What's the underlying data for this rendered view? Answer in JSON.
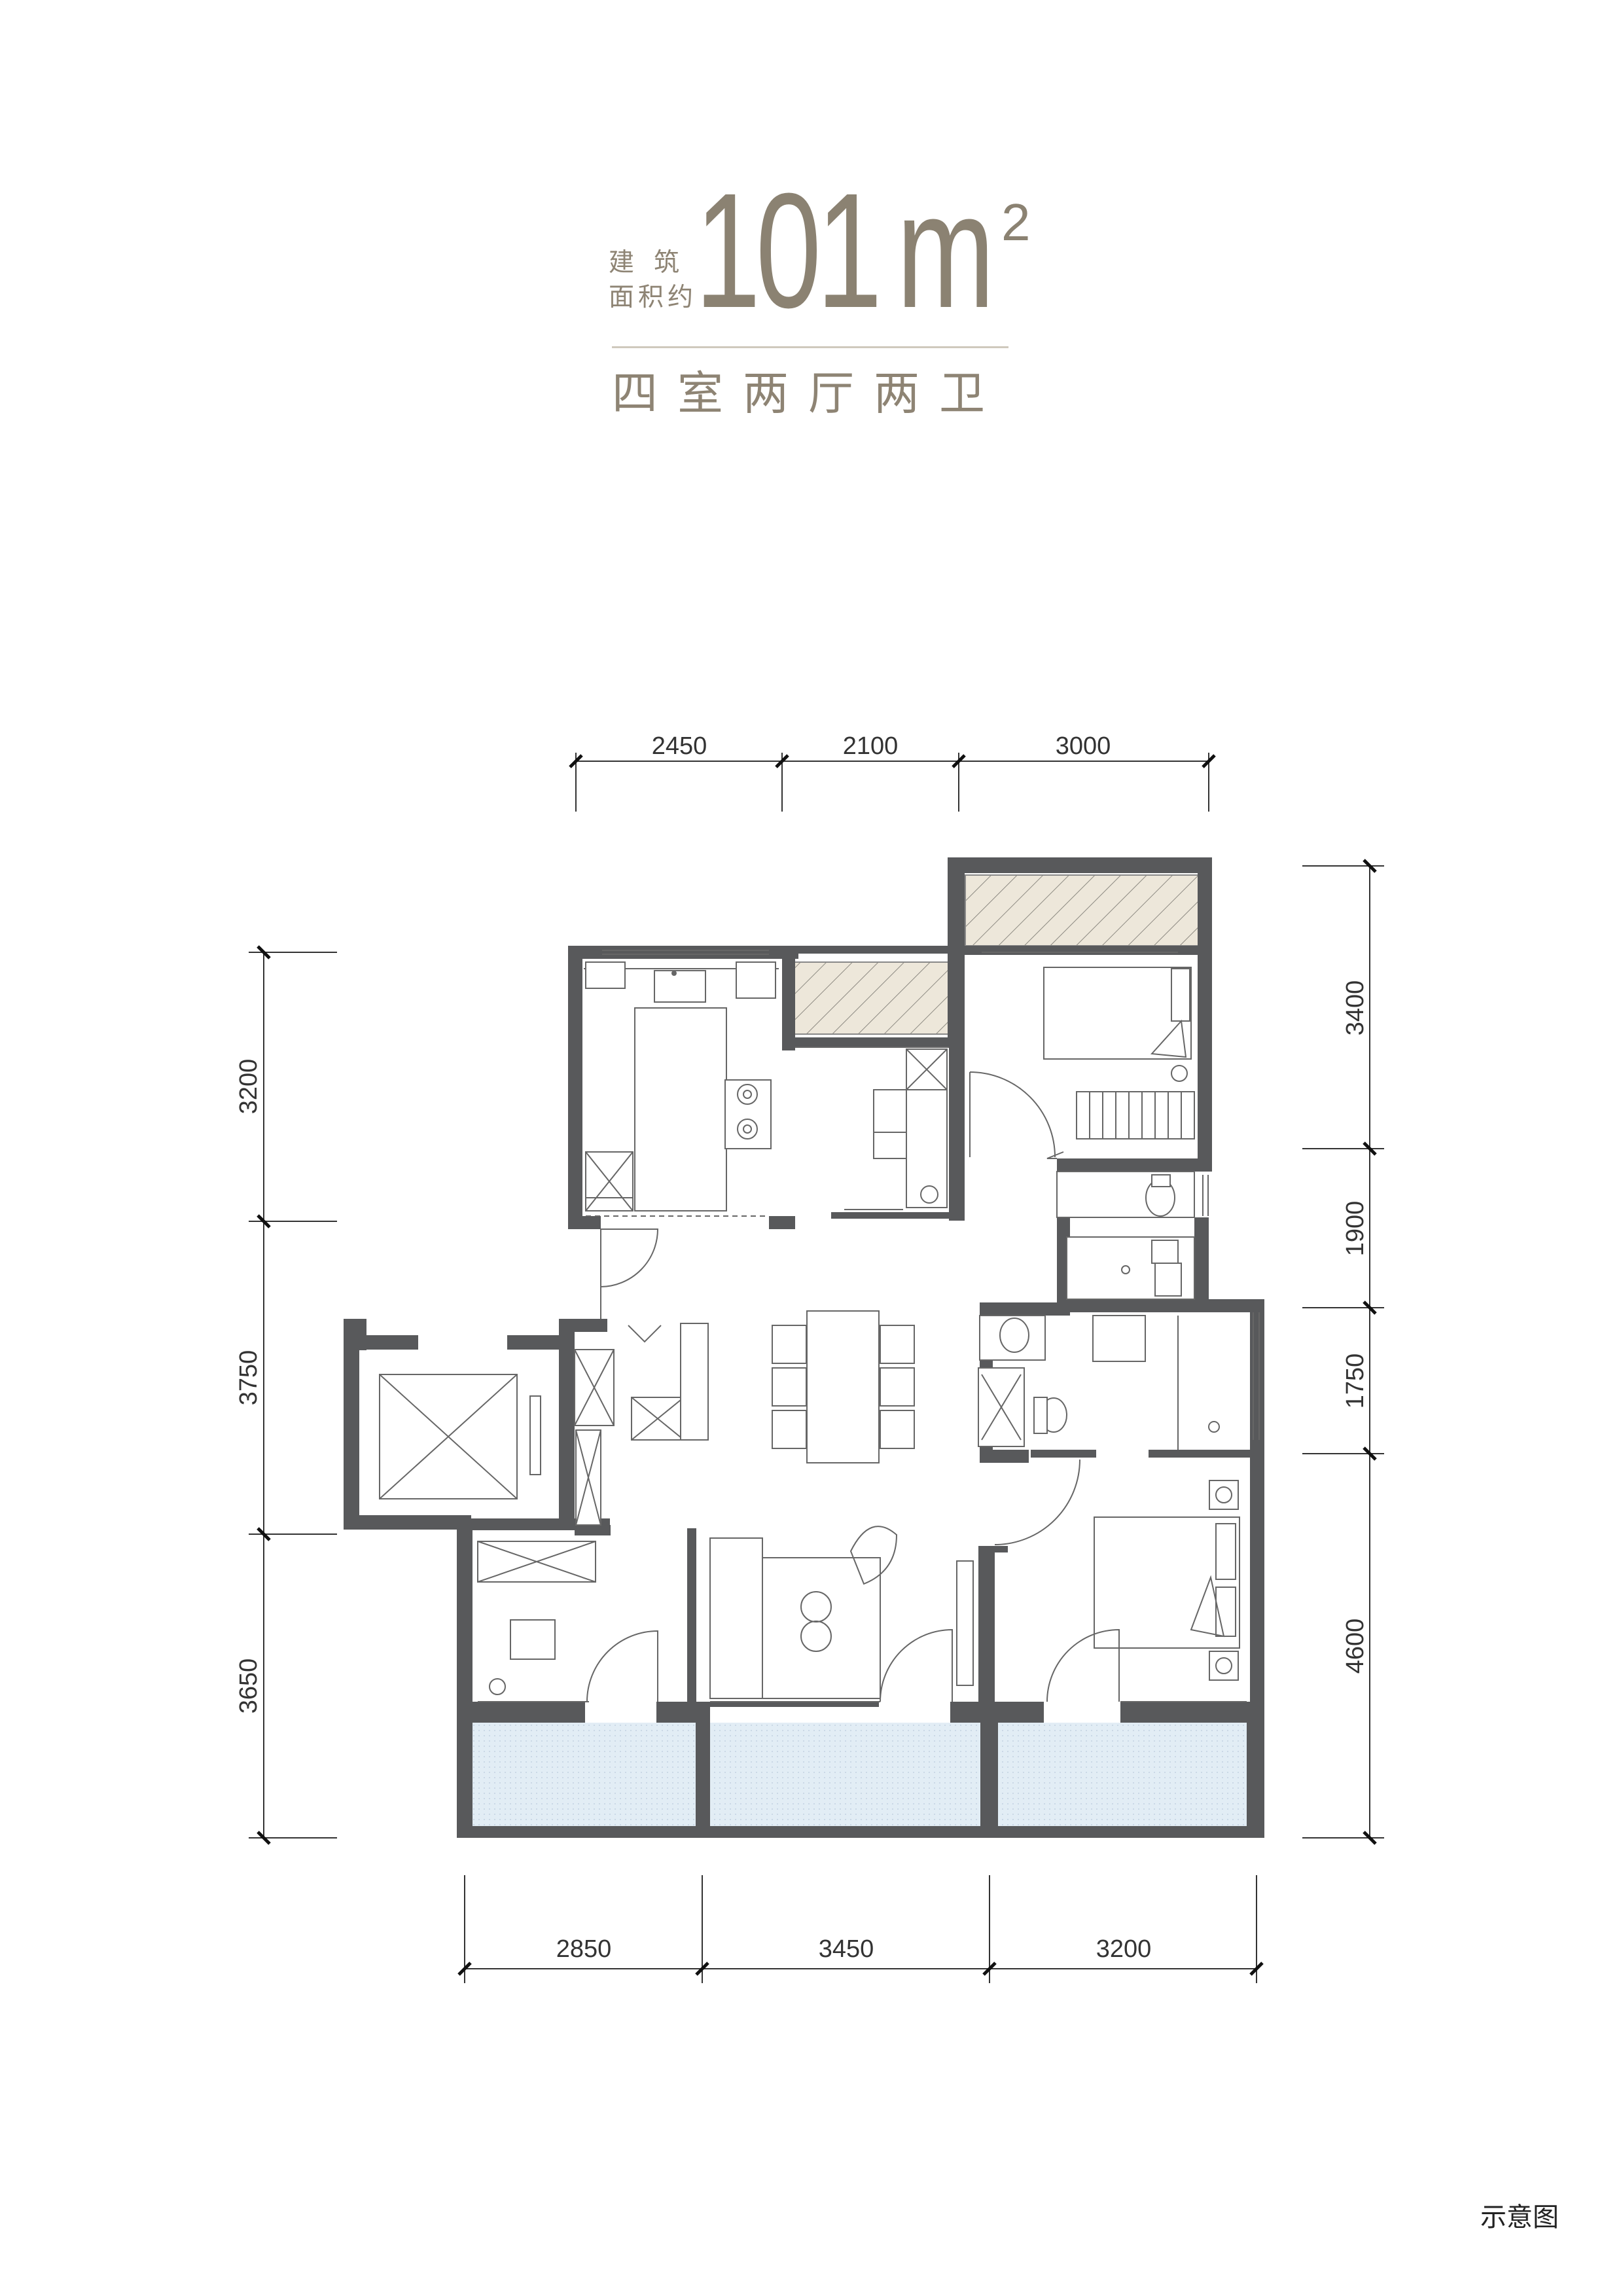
{
  "header": {
    "area_label_line1": "建筑",
    "area_label_line2": "面积约",
    "area_value": "101",
    "area_unit": "m",
    "area_unit_sup": "2",
    "layout": "四室两厅两卫"
  },
  "dimensions": {
    "top": [
      "2450",
      "2100",
      "3000"
    ],
    "bottom": [
      "2850",
      "3450",
      "3200"
    ],
    "left": [
      "3200",
      "3750",
      "3650"
    ],
    "right": [
      "3400",
      "1900",
      "1750",
      "4600"
    ]
  },
  "footer": {
    "note": "示意图"
  },
  "colors": {
    "title": "#8b8272",
    "wall": "#58595b",
    "balcony_fill": "#e2edf5",
    "dimension_line": "#333333"
  }
}
